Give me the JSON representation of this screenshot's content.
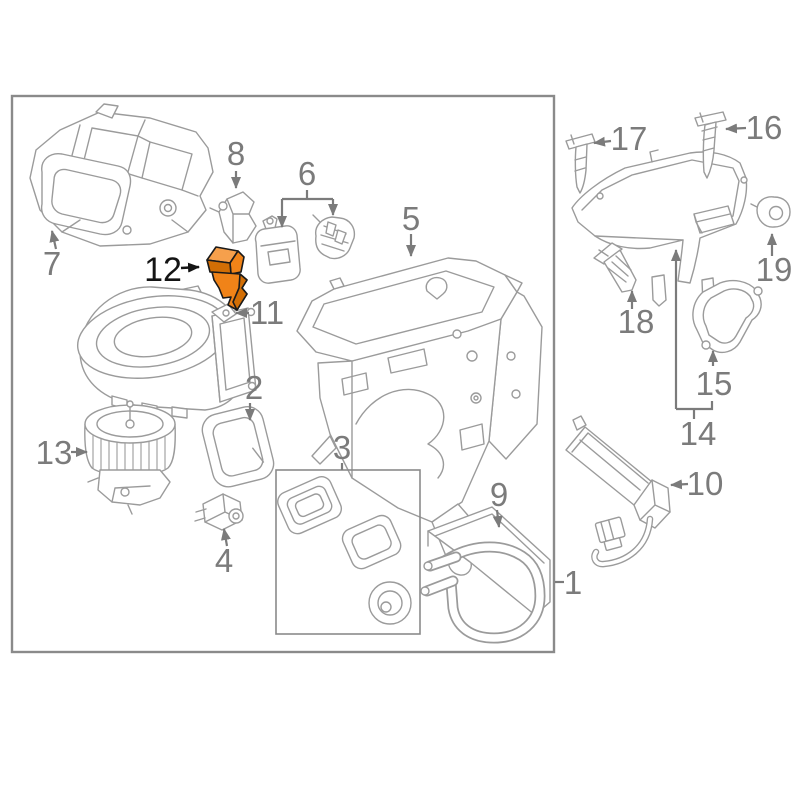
{
  "diagram": {
    "type": "exploded-parts-diagram",
    "subject": "HVAC heater and blower unit assembly",
    "highlighted_part": "12",
    "colors": {
      "background": "#ffffff",
      "frame_border": "#8a8a8a",
      "line_art": "#9b9b9b",
      "callout_text": "#7b7b7b",
      "highlight_callout_text": "#141414",
      "highlight_fill": "#F08318",
      "highlight_fill_light": "#F6A04C",
      "highlight_fill_dark": "#D26E05",
      "highlight_outline": "#1a1a1a"
    },
    "callouts": [
      {
        "number": "1"
      },
      {
        "number": "2"
      },
      {
        "number": "3"
      },
      {
        "number": "4"
      },
      {
        "number": "5"
      },
      {
        "number": "6"
      },
      {
        "number": "7"
      },
      {
        "number": "8"
      },
      {
        "number": "9"
      },
      {
        "number": "10"
      },
      {
        "number": "11"
      },
      {
        "number": "12",
        "highlighted": true
      },
      {
        "number": "13"
      },
      {
        "number": "14"
      },
      {
        "number": "15"
      },
      {
        "number": "16"
      },
      {
        "number": "17"
      },
      {
        "number": "18"
      },
      {
        "number": "19"
      }
    ]
  }
}
